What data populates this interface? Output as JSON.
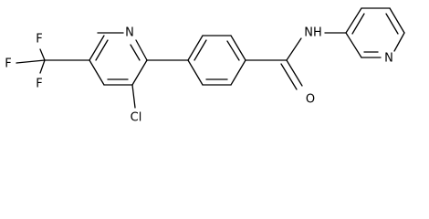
{
  "atoms": {
    "pyridine_n": "N",
    "chlorine": "Cl",
    "fluorine_top": "F",
    "fluorine_left": "F",
    "fluorine_bottom": "F",
    "carbonyl_oxygen": "O",
    "amide_nh": "NH",
    "pyridyl_n": "N"
  },
  "colors": {
    "bond": "#000000",
    "label": "#000000",
    "background": "#ffffff"
  }
}
